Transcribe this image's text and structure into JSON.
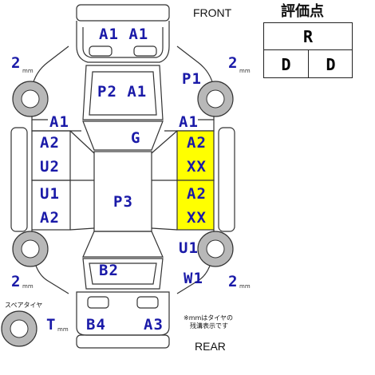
{
  "labels": {
    "front": "FRONT",
    "rear": "REAR",
    "spare_tire": "スペアタイヤ",
    "note_line1": "※mmはタイヤの",
    "note_line2": "残溝表示です",
    "unit": "mm"
  },
  "score": {
    "title": "評価点",
    "overall": "R",
    "exterior": "D",
    "interior": "D"
  },
  "tire_depths": {
    "front_left": "2",
    "front_right": "2",
    "rear_left": "2",
    "rear_right": "2",
    "spare": "T"
  },
  "damage_marks": {
    "front_bumper": "A1 A1",
    "hood": "P2 A1",
    "front_right_fender": "P1",
    "left_front_pillar": "A1",
    "right_front_pillar": "A1",
    "windshield": "G",
    "left_front_door": [
      "A2",
      "U2"
    ],
    "left_rear_door": [
      "U1",
      "A2"
    ],
    "right_front_door": [
      "A2",
      "XX"
    ],
    "right_rear_door": [
      "A2",
      "XX"
    ],
    "roof": "P3",
    "right_rear_quarter": "U1",
    "right_rear_wheel_arch": "W1",
    "trunk": "B2",
    "rear_bumper_left": "B4",
    "rear_bumper_right": "A3"
  },
  "colors": {
    "mark_text": "#1a1aa8",
    "highlight": "#ffff00",
    "outline": "#333333"
  }
}
